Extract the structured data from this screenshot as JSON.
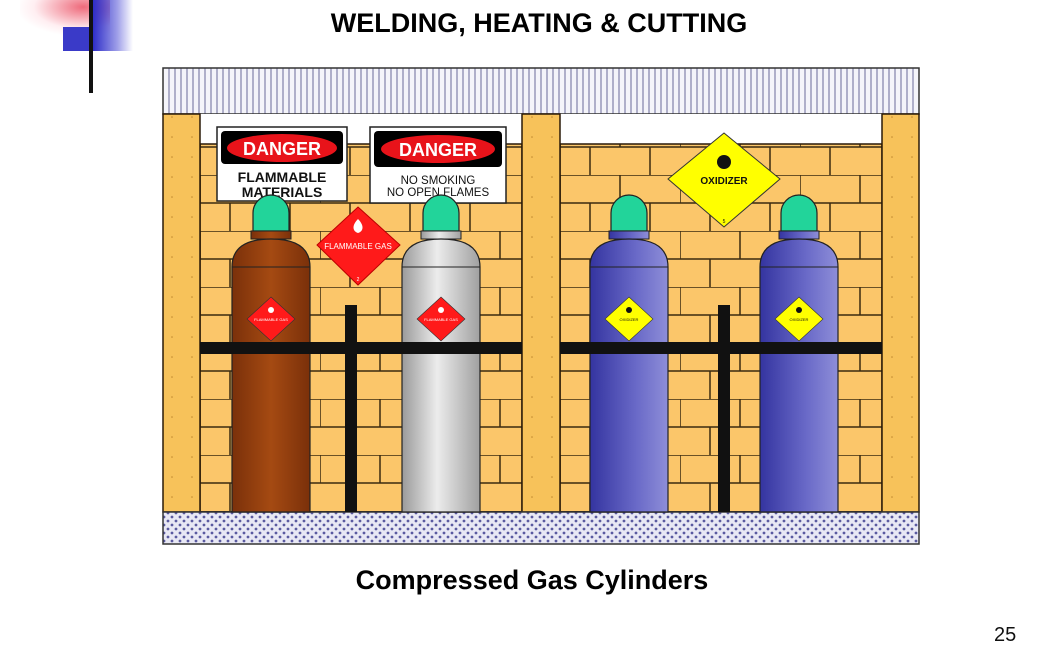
{
  "slide": {
    "title": "WELDING, HEATING & CUTTING",
    "caption": "Compressed Gas Cylinders",
    "page_number": "25"
  },
  "signs": [
    {
      "header": "DANGER",
      "line1": "FLAMMABLE",
      "line2": "MATERIALS"
    },
    {
      "header": "DANGER",
      "line1": "NO SMOKING",
      "line2": "NO OPEN FLAMES"
    }
  ],
  "placards": {
    "flammable_gas": {
      "label": "FLAMMABLE GAS",
      "number": "2",
      "color": "#ff1a1a",
      "icon": "flame-icon"
    },
    "oxidizer": {
      "label": "OXIDIZER",
      "number": "5",
      "color": "#ffff00",
      "icon": "flame-over-circle-icon"
    }
  },
  "cylinders": [
    {
      "name": "brown-cylinder",
      "placard": "FLAMMABLE GAS",
      "body_color": "#8b3a0c",
      "light": "#a54a12"
    },
    {
      "name": "silver-cylinder",
      "placard": "FLAMMABLE GAS",
      "body_color": "#a8a8a8",
      "light": "#e6e6e6"
    },
    {
      "name": "blue-cylinder-1",
      "placard": "OXIDIZER",
      "body_color": "#4040a0",
      "light": "#8a8ad8"
    },
    {
      "name": "blue-cylinder-2",
      "placard": "OXIDIZER",
      "body_color": "#4040a0",
      "light": "#8a8ad8"
    }
  ],
  "colors": {
    "brick": "#fbc66a",
    "pillar": "#f7c25a",
    "cap": "#22d49a",
    "danger_red": "#e8131a"
  }
}
